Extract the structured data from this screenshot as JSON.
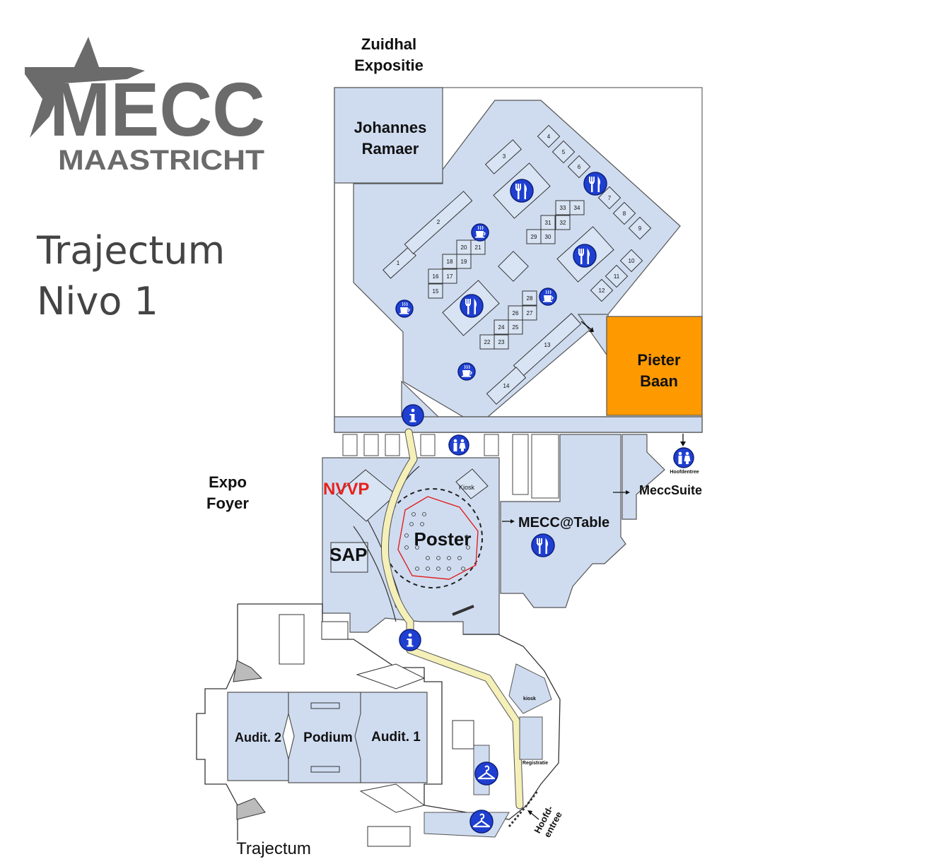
{
  "logo": {
    "brand": "MECC",
    "city": "MAASTRICHT",
    "color": "#6b6b6b"
  },
  "page_title": {
    "line1": "Trajectum",
    "line2": "Nivo 1"
  },
  "areas": {
    "zuidhal_line1": "Zuidhal",
    "zuidhal_line2": "Expositie",
    "johannes_line1": "Johannes",
    "johannes_line2": "Ramaer",
    "pieter_line1": "Pieter",
    "pieter_line2": "Baan",
    "expo_line1": "Expo",
    "expo_line2": "Foyer",
    "nvvp": "NVVP",
    "kiosk": "Kiosk",
    "poster": "Poster",
    "sap": "SAP",
    "mecc_table": "MECC@Table",
    "mecc_suite": "MeccSuite",
    "hoofdentree_small": "Hoofdentree",
    "audit2": "Audit. 2",
    "podium": "Podium",
    "audit1": "Audit. 1",
    "kiosk_small2": "kiosk",
    "registratie": "Registratie",
    "hoofd_line1": "Hoofd-",
    "hoofd_line2": "entree",
    "trajectum_bottom": "Trajectum"
  },
  "booths": [
    "1",
    "2",
    "3",
    "4",
    "5",
    "6",
    "7",
    "8",
    "9",
    "10",
    "11",
    "12",
    "13",
    "14",
    "15",
    "16",
    "17",
    "18",
    "19",
    "20",
    "21",
    "22",
    "23",
    "24",
    "25",
    "26",
    "27",
    "28",
    "29",
    "30",
    "31",
    "32",
    "33",
    "34"
  ],
  "colors": {
    "room_fill": "#cfdcf0",
    "highlight_room": "#ff9900",
    "nvvp_text": "#e8201b",
    "info_path": "#f5f0b8",
    "icon_blue": "#1f3fd1",
    "poster_outline": "#e02020"
  },
  "icons": [
    "restaurant-icon",
    "coffee-icon",
    "info-icon",
    "toilet-icon",
    "cloakroom-icon",
    "arrow-icon"
  ]
}
